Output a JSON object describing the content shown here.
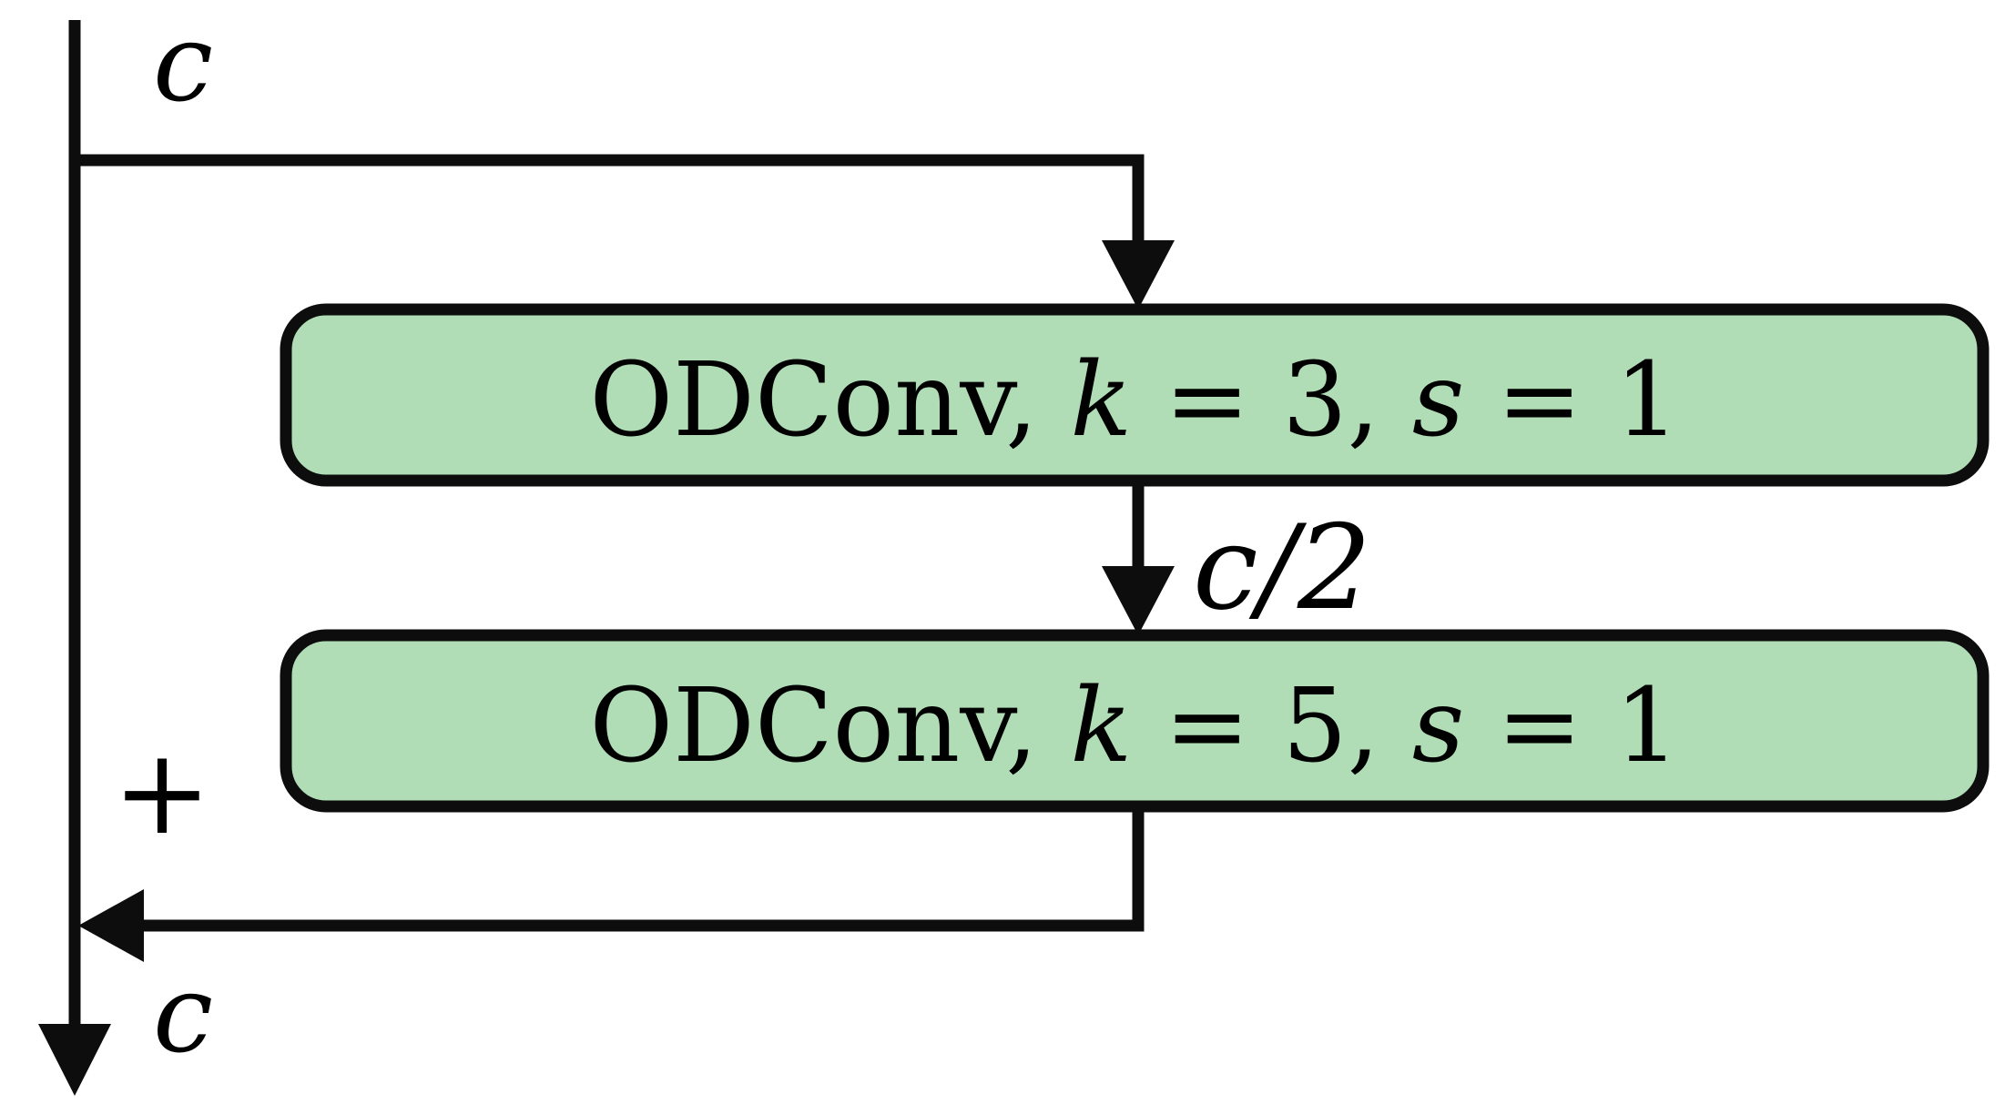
{
  "diagram": {
    "input_channels": "c",
    "output_channels": "c",
    "mid_channels": "c/2",
    "add_symbol": "+",
    "block_fill": "#b0ddb6",
    "line_color": "#0d0d0d",
    "blocks": [
      {
        "op": "ODConv,",
        "k_var": "k",
        "eq": "=",
        "k_val": "3,",
        "s_var": "s",
        "s_val": "1"
      },
      {
        "op": "ODConv,",
        "k_var": "k",
        "eq": "=",
        "k_val": "5,",
        "s_var": "s",
        "s_val": "1"
      }
    ]
  }
}
